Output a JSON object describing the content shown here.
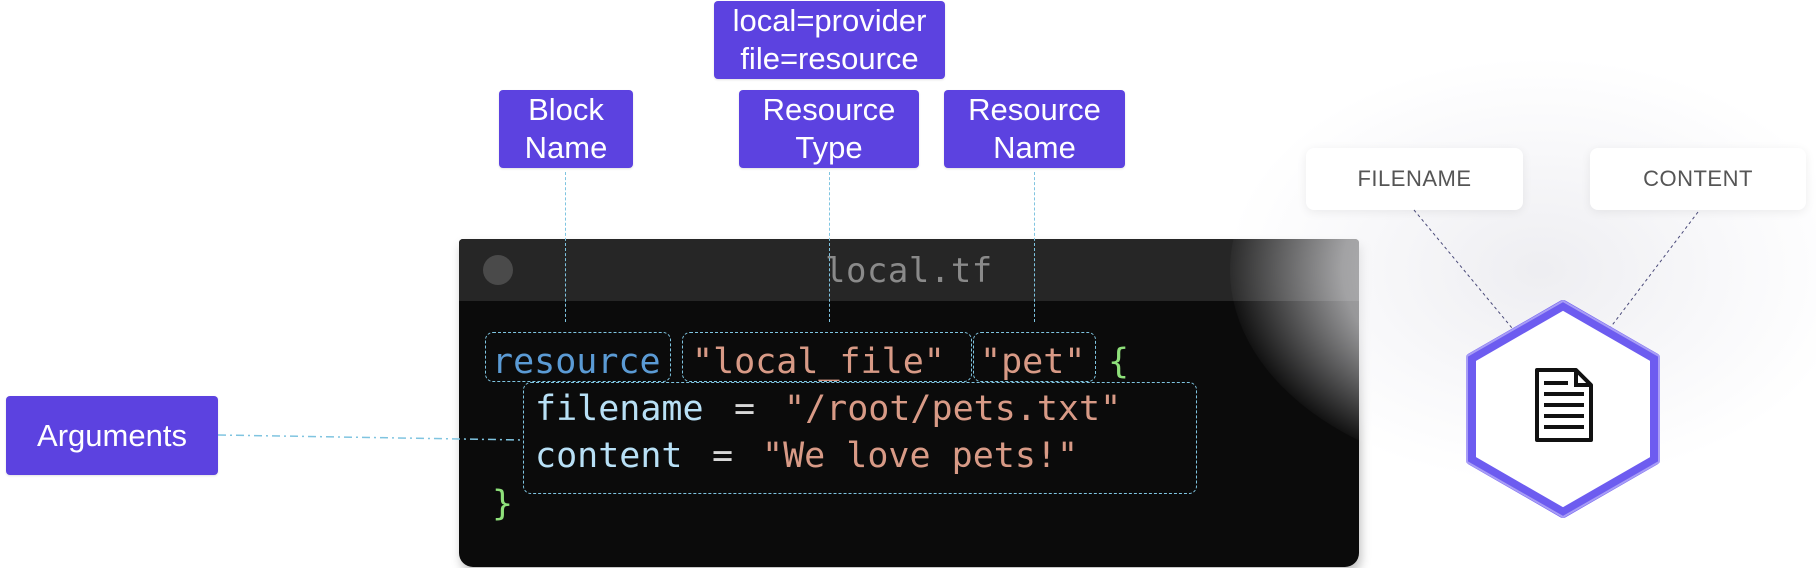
{
  "labels": {
    "provider_note": "local=provider\nfile=resource",
    "block_name": "Block\nName",
    "resource_type": "Resource\nType",
    "resource_name": "Resource\nName",
    "arguments": "Arguments"
  },
  "editor": {
    "filename": "local.tf",
    "code": {
      "keyword": "resource",
      "resource_type": "\"local_file\"",
      "resource_name": "\"pet\"",
      "open_brace": "{",
      "arg1_name": "filename",
      "arg1_eq": "=",
      "arg1_value": "\"/root/pets.txt\"",
      "arg2_name": "content",
      "arg2_eq": "=",
      "arg2_value": "\"We love pets!\"",
      "close_brace": "}"
    }
  },
  "resource_panel": {
    "filename_card": "FILENAME",
    "content_card": "CONTENT",
    "icon": "document-icon"
  },
  "colors": {
    "label_bg": "#5c42e0",
    "editor_bg": "#0b0b0b",
    "keyword": "#5b9bd5",
    "string": "#d89a86",
    "brace": "#8ee07a",
    "attribute": "#b8e0f6",
    "hexagon_border": "#6d5cf0",
    "dashed_line": "#7fc4e0"
  }
}
